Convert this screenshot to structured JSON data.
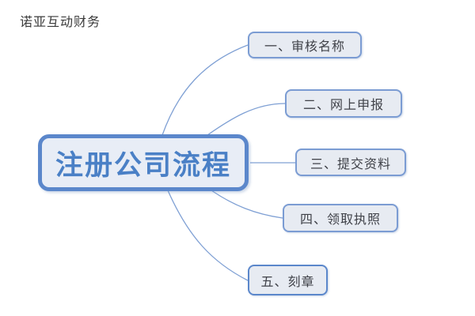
{
  "page": {
    "watermark": "诺亚互动财务"
  },
  "mindmap": {
    "root": {
      "label": "注册公司流程"
    },
    "branches": [
      {
        "label": "一、审核名称"
      },
      {
        "label": "二、网上申报"
      },
      {
        "label": "三、提交资料"
      },
      {
        "label": "四、领取执照"
      },
      {
        "label": "五、刻章"
      }
    ]
  },
  "colors": {
    "background": "#ffffff",
    "accent": "#5b87cb",
    "root_fill": "#e8edf6",
    "root_text": "#4a80c6",
    "branch_border": "#7b9cd3",
    "branch_fill": "#e7ebf2",
    "branch_text": "#3f4148",
    "line": "#7fa0d4",
    "watermark_text": "#3a3a3a"
  }
}
